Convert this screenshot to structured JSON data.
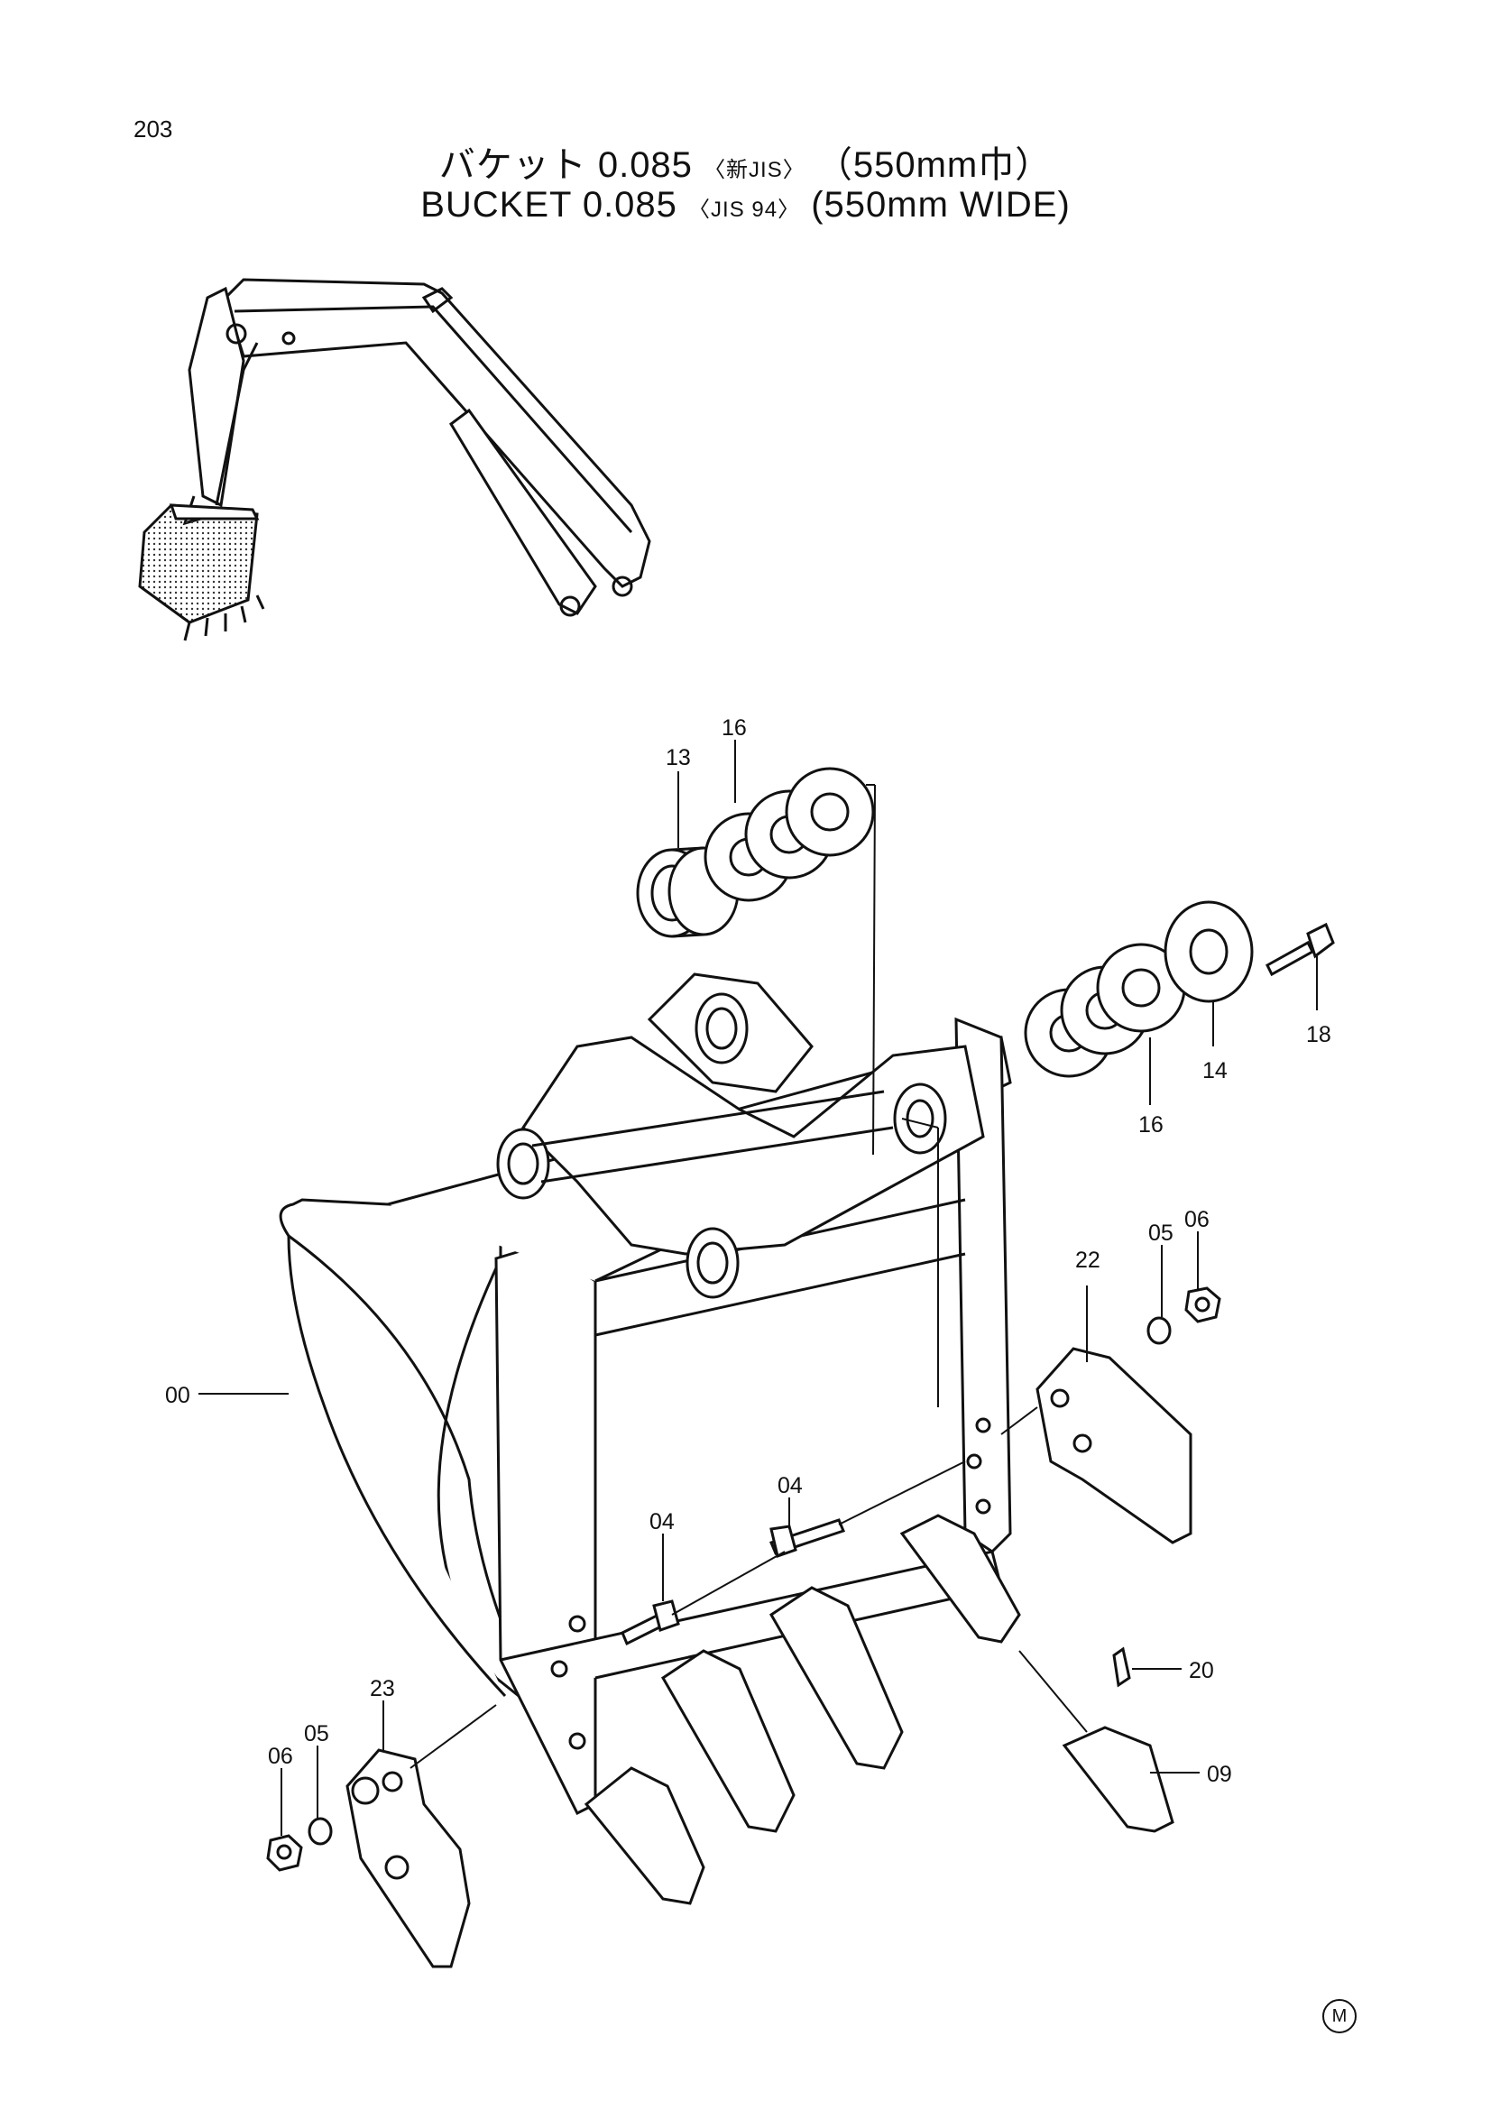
{
  "page_number": "203",
  "title": {
    "jp_main": "バケット 0.085",
    "jp_std": "〈新JIS〉",
    "jp_width": "（550mm巾）",
    "en_main": "BUCKET  0.085",
    "en_std": "〈JIS 94〉",
    "en_width": "(550mm  WIDE)"
  },
  "callouts": [
    {
      "id": "c13",
      "label": "13"
    },
    {
      "id": "c16a",
      "label": "16"
    },
    {
      "id": "c18",
      "label": "18"
    },
    {
      "id": "c14",
      "label": "14"
    },
    {
      "id": "c16b",
      "label": "16"
    },
    {
      "id": "c22",
      "label": "22"
    },
    {
      "id": "c05a",
      "label": "05"
    },
    {
      "id": "c06a",
      "label": "06"
    },
    {
      "id": "c00",
      "label": "00"
    },
    {
      "id": "c04a",
      "label": "04"
    },
    {
      "id": "c04b",
      "label": "04"
    },
    {
      "id": "c20",
      "label": "20"
    },
    {
      "id": "c23",
      "label": "23"
    },
    {
      "id": "c05b",
      "label": "05"
    },
    {
      "id": "c06b",
      "label": "06"
    },
    {
      "id": "c09",
      "label": "09"
    }
  ],
  "corner_mark": "M"
}
